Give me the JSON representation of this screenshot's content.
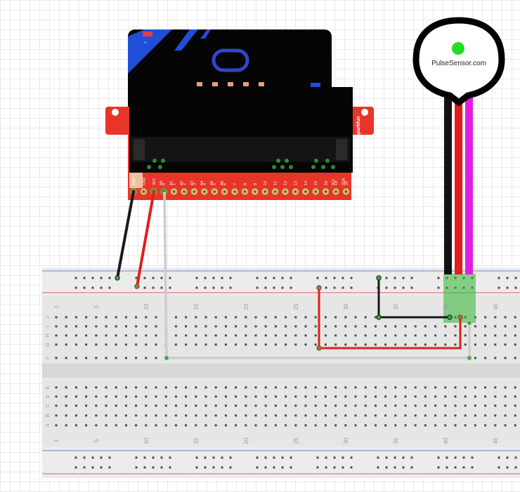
{
  "sensor": {
    "label": "PulseSensor.com"
  },
  "breakout": {
    "brand": "sparkfun",
    "pins": [
      "GND",
      "GND",
      "3V3",
      "0",
      "1",
      "2",
      "3",
      "4",
      "5",
      "6",
      "7",
      "8",
      "9",
      "10",
      "11",
      "12",
      "13",
      "14",
      "15",
      "16",
      "19",
      "20"
    ],
    "pin_names": [
      "",
      "",
      "",
      "A0",
      "A1",
      "A2",
      "A3",
      "A4",
      "A5",
      "A6",
      "",
      "",
      "",
      "",
      "",
      "",
      "",
      "",
      "",
      "",
      "SCL",
      "SDA"
    ]
  },
  "breadboard": {
    "column_numbers": [
      "1",
      "5",
      "10",
      "15",
      "20",
      "25",
      "30",
      "35",
      "40",
      "45"
    ],
    "rows_top": [
      "J",
      "I",
      "H",
      "G",
      "F"
    ],
    "rows_bottom": [
      "E",
      "D",
      "C",
      "B",
      "A"
    ]
  },
  "colors": {
    "wire_black": "#1a1a1a",
    "wire_red": "#e01e1e",
    "wire_white": "#dcdcdc",
    "wire_magenta": "#e020e0",
    "board_red": "#e8352a",
    "microbit_black": "#050505",
    "microbit_blue": "#1f4fd8",
    "highlight_green": "#2fb52f",
    "sensor_led": "#22dd22"
  }
}
